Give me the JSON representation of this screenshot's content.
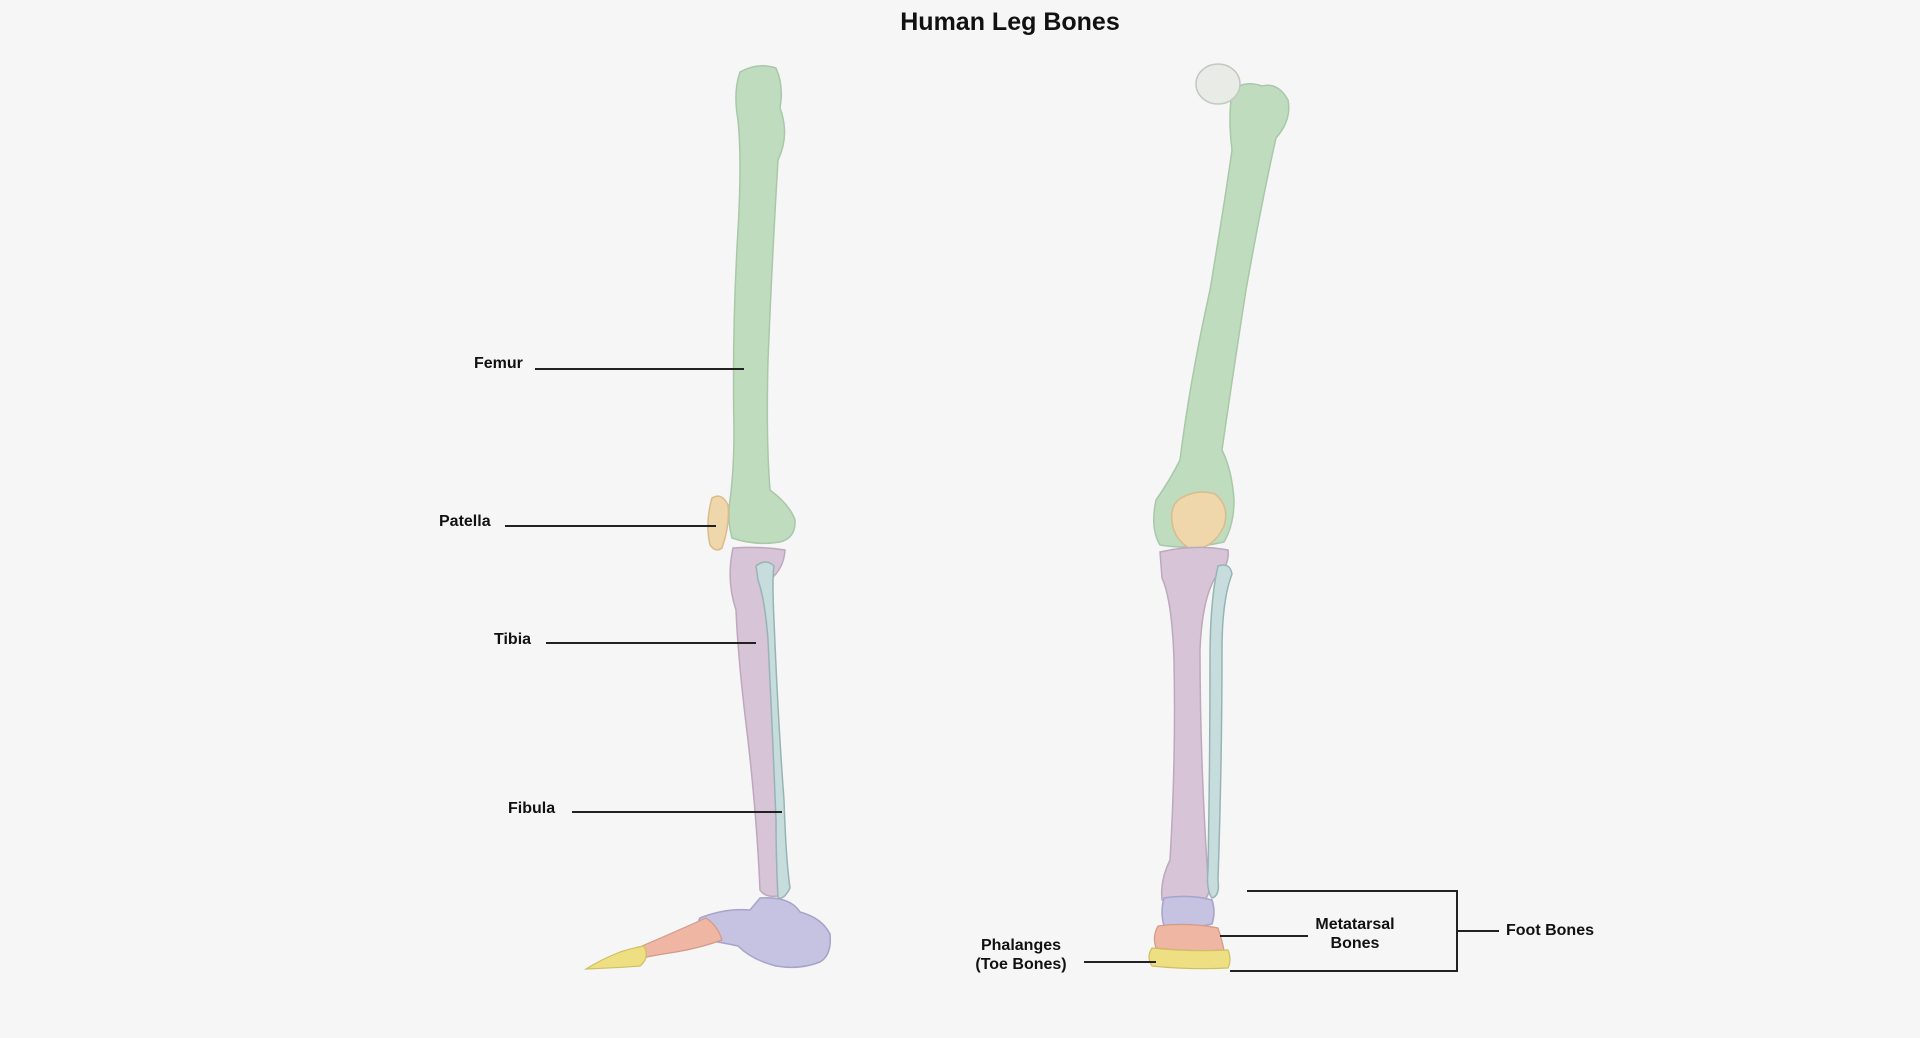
{
  "title": "Human Leg Bones",
  "labels": {
    "femur": "Femur",
    "patella": "Patella",
    "tibia": "Tibia",
    "fibula": "Fibula",
    "phalanges_line1": "Phalanges",
    "phalanges_line2": "(Toe Bones)",
    "metatarsal_line1": "Metatarsal",
    "metatarsal_line2": "Bones",
    "foot_bones": "Foot Bones"
  },
  "colors": {
    "femur": "#bfdcbf",
    "patella": "#f0d6ab",
    "tibia": "#d7c4d6",
    "fibula": "#c7dcdc",
    "tarsals": "#c6c2e2",
    "metatarsals": "#f0b6a4",
    "phalanges": "#eee082",
    "leader_line": "#222222",
    "background": "#f6f6f6"
  }
}
